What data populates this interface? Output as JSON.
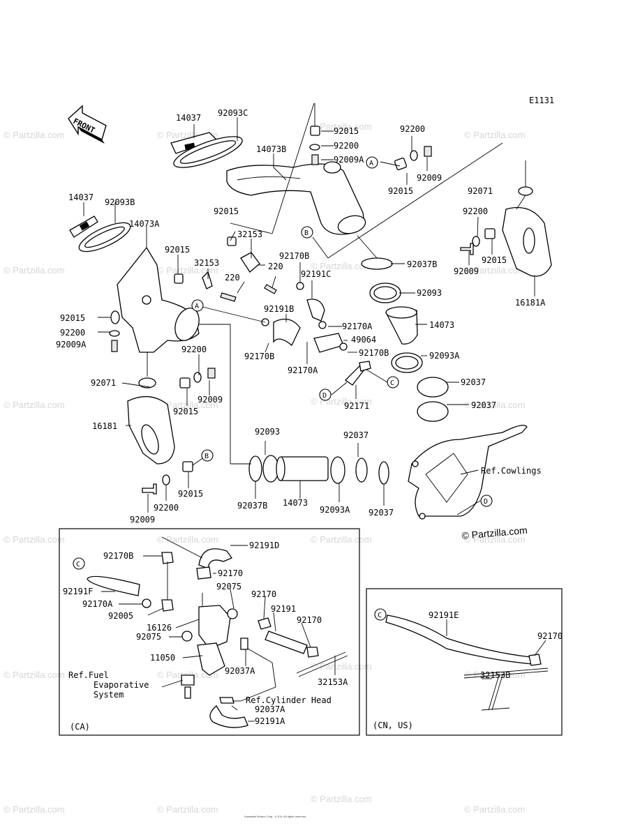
{
  "diagram_code": "E1131",
  "front_label": "FRONT",
  "watermark": "© Partzilla.com",
  "credit": "© Partzilla.com",
  "copyright": "Kawasaki Motors Corp., U.S.A. All rights reserved.",
  "part_labels": [
    {
      "id": "p14037a",
      "text": "14037"
    },
    {
      "id": "p92093c",
      "text": "92093C"
    },
    {
      "id": "p14073b",
      "text": "14073B"
    },
    {
      "id": "p92015a",
      "text": "92015"
    },
    {
      "id": "p92200a",
      "text": "92200"
    },
    {
      "id": "p92009aa",
      "text": "92009A"
    },
    {
      "id": "p92200b",
      "text": "92200"
    },
    {
      "id": "p92009a",
      "text": "92009"
    },
    {
      "id": "p92015b",
      "text": "92015"
    },
    {
      "id": "p92071a",
      "text": "92071"
    },
    {
      "id": "p14037b",
      "text": "14037"
    },
    {
      "id": "p92093b",
      "text": "92093B"
    },
    {
      "id": "p14073a",
      "text": "14073A"
    },
    {
      "id": "p92015c",
      "text": "92015"
    },
    {
      "id": "p32153a",
      "text": "32153"
    },
    {
      "id": "p92200c",
      "text": "92200"
    },
    {
      "id": "p92009b",
      "text": "92009"
    },
    {
      "id": "p92015d",
      "text": "92015"
    },
    {
      "id": "p16181a",
      "text": "16181A"
    },
    {
      "id": "p92015e",
      "text": "92015"
    },
    {
      "id": "p32153b",
      "text": "32153"
    },
    {
      "id": "p92170ba",
      "text": "92170B"
    },
    {
      "id": "p220a",
      "text": "220"
    },
    {
      "id": "p220b",
      "text": "220"
    },
    {
      "id": "p92191c",
      "text": "92191C"
    },
    {
      "id": "p92037ba",
      "text": "92037B"
    },
    {
      "id": "p92093a",
      "text": "92093"
    },
    {
      "id": "p92015f",
      "text": "92015"
    },
    {
      "id": "p92200d",
      "text": "92200"
    },
    {
      "id": "p92009ab",
      "text": "92009A"
    },
    {
      "id": "p92191b",
      "text": "92191B"
    },
    {
      "id": "p92170aa",
      "text": "92170A"
    },
    {
      "id": "p14073a2",
      "text": "14073"
    },
    {
      "id": "p49064",
      "text": "49064"
    },
    {
      "id": "p92170bb",
      "text": "92170B"
    },
    {
      "id": "p92170bc",
      "text": "92170B"
    },
    {
      "id": "p92093aa",
      "text": "92093A"
    },
    {
      "id": "p92170ab",
      "text": "92170A"
    },
    {
      "id": "p92200e",
      "text": "92200"
    },
    {
      "id": "p92071b",
      "text": "92071"
    },
    {
      "id": "p92009c",
      "text": "92009"
    },
    {
      "id": "p92015g",
      "text": "92015"
    },
    {
      "id": "p92037a",
      "text": "92037"
    },
    {
      "id": "p92171",
      "text": "92171"
    },
    {
      "id": "p92037b",
      "text": "92037"
    },
    {
      "id": "p16181",
      "text": "16181"
    },
    {
      "id": "p92093d",
      "text": "92093"
    },
    {
      "id": "p92037c",
      "text": "92037"
    },
    {
      "id": "p92015h",
      "text": "92015"
    },
    {
      "id": "p92200f",
      "text": "92200"
    },
    {
      "id": "p92009d",
      "text": "92009"
    },
    {
      "id": "p92037bb",
      "text": "92037B"
    },
    {
      "id": "p14073b2",
      "text": "14073"
    },
    {
      "id": "p92093ab",
      "text": "92093A"
    },
    {
      "id": "p92037d",
      "text": "92037"
    },
    {
      "id": "refcowlings",
      "text": "Ref.Cowlings"
    },
    {
      "id": "ca92191d",
      "text": "92191D"
    },
    {
      "id": "ca92170bd",
      "text": "92170B"
    },
    {
      "id": "ca92170a",
      "text": "92170"
    },
    {
      "id": "ca92075a",
      "text": "92075"
    },
    {
      "id": "ca92191f",
      "text": "92191F"
    },
    {
      "id": "ca92170ac",
      "text": "92170A"
    },
    {
      "id": "ca92170b",
      "text": "92170"
    },
    {
      "id": "ca92005",
      "text": "92005"
    },
    {
      "id": "ca92191",
      "text": "92191"
    },
    {
      "id": "ca16126",
      "text": "16126"
    },
    {
      "id": "ca92170c",
      "text": "92170"
    },
    {
      "id": "ca92075b",
      "text": "92075"
    },
    {
      "id": "ca11050",
      "text": "11050"
    },
    {
      "id": "ca92037aa",
      "text": "92037A"
    },
    {
      "id": "ca32153a",
      "text": "32153A"
    },
    {
      "id": "ca92037ab",
      "text": "92037A"
    },
    {
      "id": "ca92191a",
      "text": "92191A"
    },
    {
      "id": "us92191e",
      "text": "92191E"
    },
    {
      "id": "us92170",
      "text": "92170"
    },
    {
      "id": "us32153b",
      "text": "32153B"
    }
  ],
  "references": {
    "fuel_1": "Ref.Fuel",
    "fuel_2": "Evaporative",
    "fuel_3": "System",
    "cylinder_head": "Ref.Cylinder Head"
  },
  "callouts": [
    "A",
    "B",
    "C",
    "D"
  ],
  "inset_labels": {
    "ca": "(CA)",
    "us": "(CN, US)"
  }
}
